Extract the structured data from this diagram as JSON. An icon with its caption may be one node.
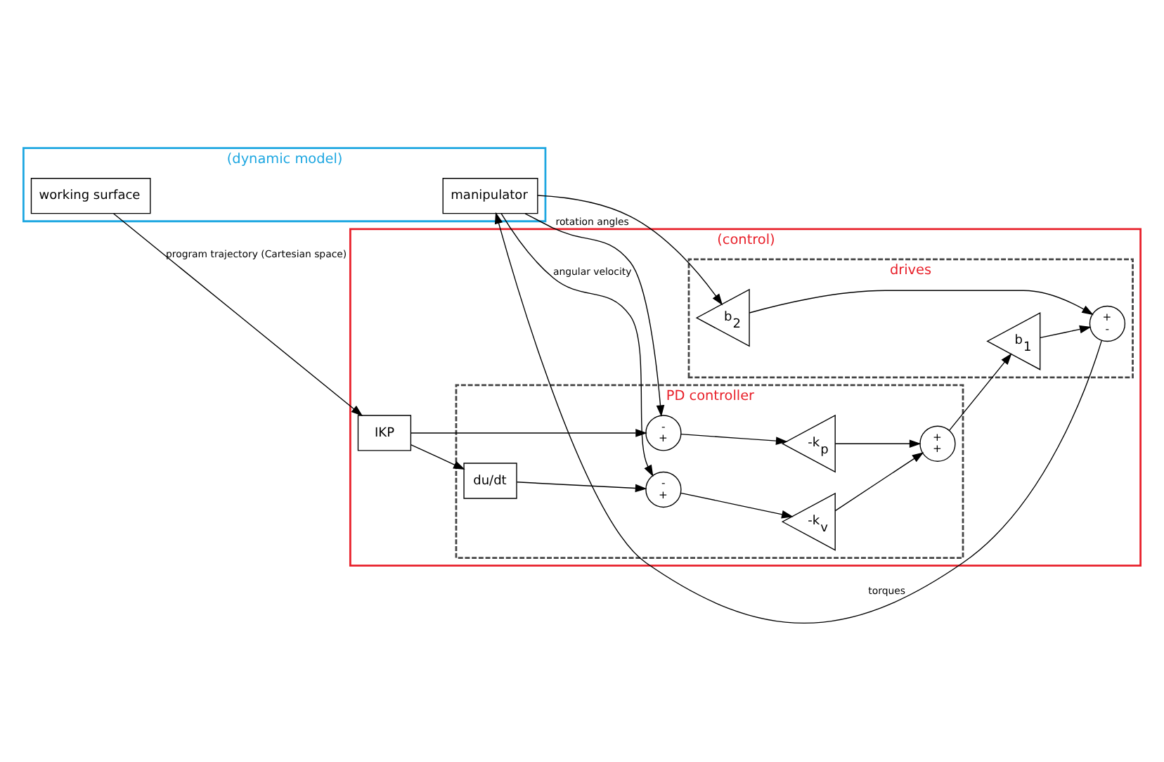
{
  "diagram": {
    "nodes": [
      {
        "text": [
          "(dynamic model)"
        ]
      },
      {
        "text": [
          "manipulator"
        ],
        "in": 0
      },
      {
        "text": [
          "working surface"
        ],
        "in": 0
      },
      {
        "text": [
          "(control)"
        ]
      },
      {
        "text": [
          "PD controller"
        ],
        "in": 3
      },
      {
        "text": [
          "IKP"
        ],
        "in": 3
      },
      {
        "text": [
          "du/dt"
        ],
        "in": 4
      },
      {
        "text": [
          "-",
          "+"
        ],
        "in": 4
      },
      {
        "text": [
          "-k$_{p}$"
        ],
        "in": 4
      },
      {
        "text": [
          "-",
          "+"
        ],
        "in": 4
      },
      {
        "text": [
          "-k$_{v}$"
        ],
        "in": 4
      },
      {
        "text": [
          "+",
          "+"
        ],
        "in": 4
      },
      {
        "text": [
          "drives"
        ],
        "in": 3
      },
      {
        "text": [
          "b$_{1}$"
        ],
        "in": 12
      },
      {
        "text": [
          "b$_{2}$"
        ],
        "in": 12
      },
      {
        "text": [
          "+",
          "-"
        ],
        "in": 12
      }
    ],
    "edges": [
      {
        "from": 1,
        "to": 9,
        "arrow": "to",
        "label": "angular velocity"
      },
      {
        "from": 1,
        "to": 7,
        "arrow": "to",
        "label": "rotation angles"
      },
      {
        "from": 2,
        "to": 5,
        "arrow": "to",
        "label": "program trajectory (Cartesian space)"
      },
      {
        "from": 1,
        "to": 14,
        "arrow": "to"
      },
      {
        "from": 5,
        "to": 6,
        "arrow": "to"
      },
      {
        "from": 5,
        "to": 7,
        "arrow": "to"
      },
      {
        "from": 6,
        "to": 9,
        "arrow": "to"
      },
      {
        "from": 7,
        "to": 8,
        "arrow": "to"
      },
      {
        "from": 9,
        "to": 10,
        "arrow": "to"
      },
      {
        "from": 8,
        "to": 11,
        "arrow": "to"
      },
      {
        "from": 10,
        "to": 11,
        "arrow": "to"
      },
      {
        "from": 11,
        "to": 13,
        "arrow": "to"
      },
      {
        "from": 13,
        "to": 15,
        "arrow": "to"
      },
      {
        "from": 14,
        "to": 15,
        "arrow": "to"
      },
      {
        "from": 15,
        "to": 1,
        "arrow": "to",
        "label": "torques"
      }
    ]
  }
}
